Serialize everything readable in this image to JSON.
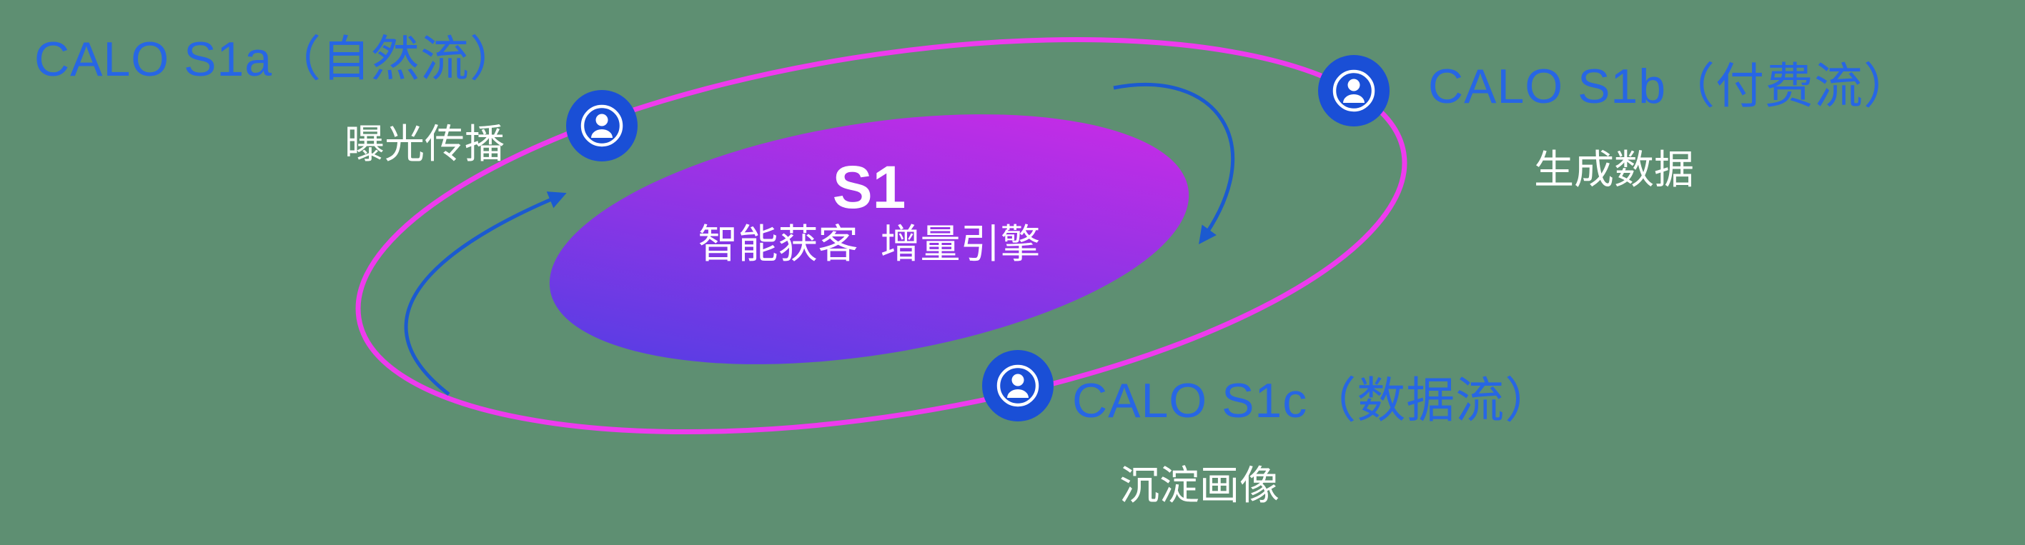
{
  "colors": {
    "background": "#5e8f72",
    "label_blue": "#2766e4",
    "orbit_pink": "#ee3bee",
    "core_gradient_from": "#4840e4",
    "core_gradient_to": "#d629e6",
    "icon_blue": "#1a4fd6",
    "arrow_blue": "#1b5ad0",
    "text_white": "#ffffff"
  },
  "center": {
    "title": "S1",
    "subtitle": "智能获客  增量引擎"
  },
  "nodes": [
    {
      "id": "calo-s1a",
      "label": "CALO S1a（自然流）",
      "sublabel": "曝光传播"
    },
    {
      "id": "calo-s1b",
      "label": "CALO S1b（付费流）",
      "sublabel": "生成数据"
    },
    {
      "id": "calo-s1c",
      "label": "CALO S1c（数据流）",
      "sublabel": "沉淀画像"
    }
  ],
  "icons": [
    {
      "name": "user-icon",
      "glyph": "person-in-circle"
    },
    {
      "name": "user-icon",
      "glyph": "person-in-circle"
    },
    {
      "name": "user-icon",
      "glyph": "person-in-circle"
    }
  ]
}
